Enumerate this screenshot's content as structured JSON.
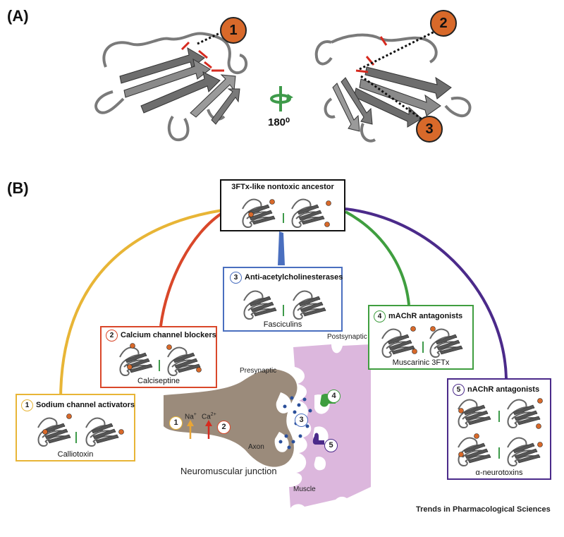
{
  "panels": {
    "a_label": "(A)",
    "b_label": "(B)"
  },
  "panel_a": {
    "rotation_label": "180⁰",
    "markers": [
      "1",
      "2",
      "3"
    ]
  },
  "ancestor": {
    "title": "3FTx-like nontoxic ancestor"
  },
  "groups": [
    {
      "num": "1",
      "title": "Sodium channel activators",
      "example": "Calliotoxin",
      "color": "#e8b536"
    },
    {
      "num": "2",
      "title": "Calcium channel blockers",
      "example": "Calciseptine",
      "color": "#d9472a"
    },
    {
      "num": "3",
      "title": "Anti-acetylcholinesterases",
      "example": "Fasciculins",
      "color": "#4a6fbf"
    },
    {
      "num": "4",
      "title": "mAChR antagonists",
      "example": "Muscarinic 3FTx",
      "color": "#3f9e3f"
    },
    {
      "num": "5",
      "title": "nAChR antagonists",
      "example": "α-neurotoxins",
      "color": "#4b2a8a"
    }
  ],
  "junction": {
    "title": "Neuromuscular junction",
    "presynaptic": "Presynaptic",
    "postsynaptic": "Postsynaptic",
    "axon": "Axon",
    "muscle": "Muscle",
    "na_ion": "Na",
    "na_charge": "+",
    "ca_ion": "Ca",
    "ca_charge": "2+"
  },
  "credit": "Trends in Pharmacological Sciences",
  "colors": {
    "orange_marker": "#d8692a",
    "axon": "#9b8b7b",
    "muscle": "#dcb7dd",
    "rotation": "#3e9a4a"
  }
}
